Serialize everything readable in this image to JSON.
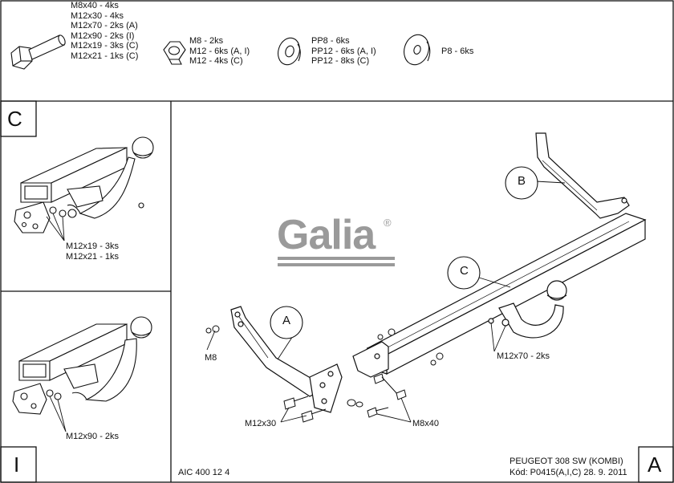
{
  "parts": {
    "bolts": [
      "M8x40 - 4ks",
      "M12x30 - 4ks",
      "M12x70 - 2ks (A)",
      "M12x90 - 2ks (I)",
      "M12x19 - 3ks (C)",
      "M12x21 - 1ks (C)"
    ],
    "nuts": [
      "M8 - 2ks",
      "M12 - 6ks (A, I)",
      "M12 - 4ks (C)"
    ],
    "washers": [
      "PP8 - 6ks",
      "PP12 - 6ks (A, I)",
      "PP12 - 8ks (C)"
    ],
    "big_washer": [
      "P8 - 6ks"
    ]
  },
  "panels": {
    "c": {
      "letter": "C",
      "labels": [
        "M12x19 - 3ks",
        "M12x21 - 1ks"
      ]
    },
    "i": {
      "letter": "I",
      "labels": [
        "M12x90 - 2ks"
      ]
    },
    "a": {
      "letter": "A"
    }
  },
  "main": {
    "callouts": {
      "a": "A",
      "b": "B",
      "c": "C"
    },
    "labels": {
      "m8": "M8",
      "m12x30": "M12x30",
      "m8x40": "M8x40",
      "m12x70": "M12x70 - 2ks"
    },
    "logo": "Galia",
    "logo_mark": "®"
  },
  "footer": {
    "code_left": "AIC 400 12 4",
    "vehicle": "PEUGEOT 308 SW (KOMBI)",
    "code_line": "Kód: P0415(A,I,C)  28. 9. 2011"
  }
}
